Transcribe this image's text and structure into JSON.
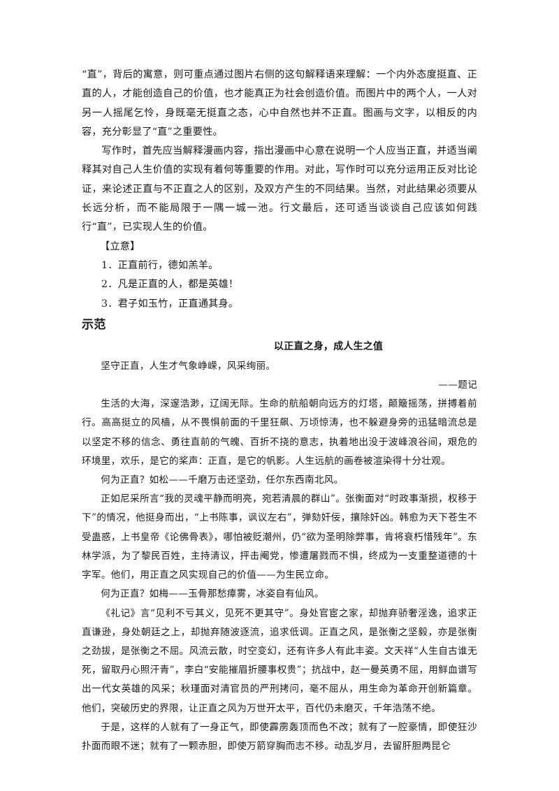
{
  "analysis": {
    "p1": "“直”，背后的寓意，则可重点通过图片右侧的这句解释语来理解：一个内外态度挺直、正直的人，才能创造自己的价值，也才能真正为社会创造价值。而图片中的两个人，一人对另一人摇尾乞怜，身既毫无挺直之态，心中自然也并不正直。图画与文字，以相反的内容，充分彰显了“直”之重要性。",
    "p2": "写作时，首先应当解释漫画内容，指出漫画中心意在说明一个人应当正直，并适当阐释其对自己人生价值的实现有着何等重要的作用。对此，写作时可以充分运用正反对比论证，来论述正直与不正直之人的区别，及双方产生的不同结果。当然，对此结果必须要从长远分析，而不能局限于一隅一城一池。行文最后，还可适当谈谈自己应该如何践行“直”，已实现人生的价值。"
  },
  "lizhi": {
    "label": "【立意】",
    "items": [
      "1．正直前行，德如羔羊。",
      "2．凡是正直的人，都是英雄！",
      "3．君子如玉竹，正直通其身。"
    ]
  },
  "section_heading": "示范",
  "essay": {
    "title": "以正直之身，成人生之值",
    "epigraph": "坚守正直，人生才气象峥嵘，风采绚丽。",
    "signature": "——题记",
    "paragraphs": [
      "生活的大海，深邃浩渺，辽阔无际。生命的航船朝向远方的灯塔，颠簸摇荡，拼搏着前行。高高挺立的风樯，从不畏惧前面的千里狂飙、万顷惊涛，也不躲避身旁的迅猛暗流总是以坚定不移的信念、勇往直前的气魄、百折不挠的意志，执着地出没于波峰浪谷间，艰危的环境里，欢乐，是它的桨声：正直，是它的帆影。人生远航的画卷被渲染得十分壮观。",
      "何为正直？如松——千磨万击还坚劲，任尔东西南北风。",
      "正如尼采所言“我的灵魂平静而明亮，宛若清晨的群山”。张衡面对“时政事渐损，权移于下”的情况，他挺身而出，“上书陈事，讽议左右”，弹劾奸佞，攘除奸凶。韩愈为天下苍生不受蛊惑，上书皇帝《论佛骨表》，哪怕被贬潮州，仍“欲为圣明除弊事，肯将衰朽惜残年”。东林学派，为了黎民百姓，主持清议，抨击阉党，惨遭屠戮而不惧，终成为一支重整道德的十字军。他们，用正直之风实现自己的价值——为生民立命。",
      "何为正直？如梅——玉骨那愁瘴雾，冰姿自有仙风。",
      "《礼记》言“见利不亏其义，见死不更其守”。身处官宦之家，却抛弃骄奢淫逸，追求正直谦逊，身处朝廷之上，却抛弃随波逐流，追求低调。正直之风，是张衡之坚毅，亦是张衡之劲拔，是张衡之不屈。风流云散，时空变幻，还有许多人有此丰姿。文天祥“人生自古谁无死，留取丹心照汗青”，李白“安能摧眉折腰事权贵”；抗战中，赵一曼英勇不屈，用鲜血谱写出一代女英雄的风采；秋瑾面对清官员的严刑拷问，毫不屈从，用生命为革命开创新篇章。他们，突破历史的界限，让正直之风为万世开太平，百代仍未磨灭，千年浩荡不绝。",
      "于是，这样的人就有了一身正气，即使霹雳轰顶而色不改；就有了一腔豪情，即使狂沙扑面而眼不迷；就有了一颗赤胆，即使万箭穿胸而志不移。动乱岁月，去留肝胆两昆仑"
    ]
  }
}
